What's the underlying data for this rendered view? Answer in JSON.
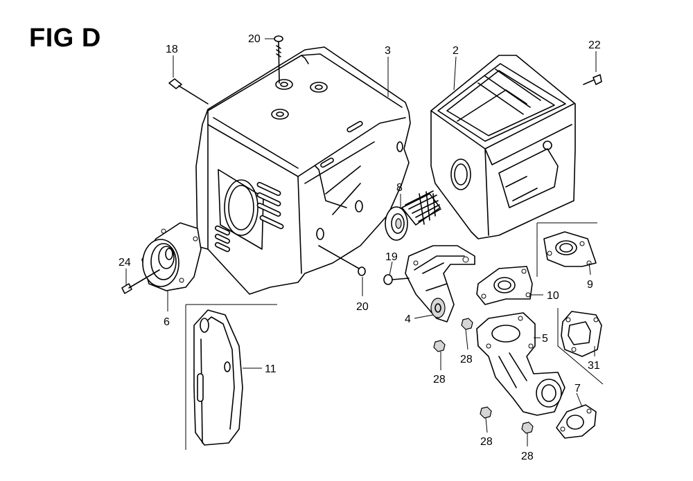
{
  "figure": {
    "title": "FIG D"
  },
  "callouts": {
    "c18": "18",
    "c20_top": "20",
    "c3": "3",
    "c2": "2",
    "c22": "22",
    "c8": "8",
    "c24": "24",
    "c6": "6",
    "c20_mid": "20",
    "c19": "19",
    "c4": "4",
    "c9": "9",
    "c10": "10",
    "c5": "5",
    "c28_a": "28",
    "c28_b": "28",
    "c31": "31",
    "c7": "7",
    "c11": "11",
    "c28_c": "28",
    "c28_d": "28"
  }
}
